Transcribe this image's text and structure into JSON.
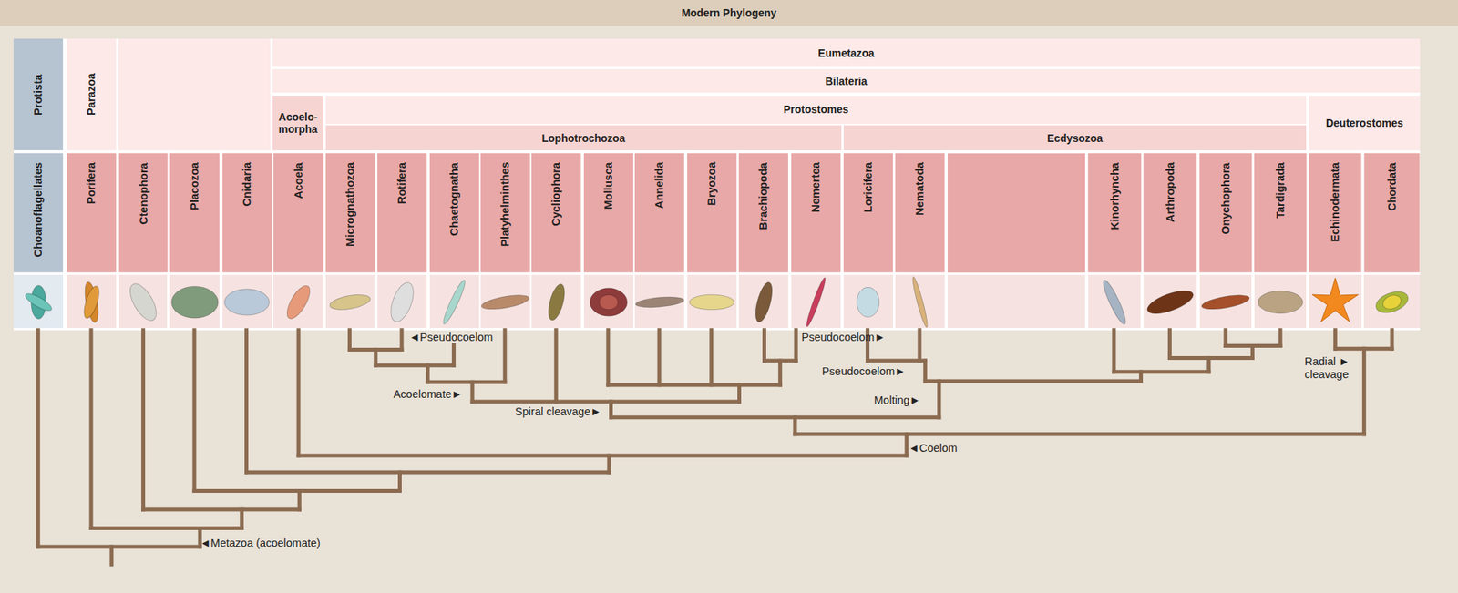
{
  "diagram": {
    "title": "Modern Phylogeny",
    "nodes": [
      {
        "text": [
          "Protista"
        ]
      },
      {
        "text": [
          "Parazoa"
        ]
      },
      {
        "text": [
          "Eumetazoa"
        ]
      },
      {
        "text": [
          "Bilateria"
        ]
      },
      {
        "text": [
          "Acoelo- morpha"
        ]
      },
      {
        "text": [
          "Protostomes"
        ]
      },
      {
        "text": [
          "Deuterostomes"
        ]
      },
      {
        "text": [
          "Lophotrochozoa"
        ]
      },
      {
        "text": [
          "Ecdysozoa"
        ]
      },
      {
        "text": [
          "Choanoflagellates"
        ]
      },
      {
        "text": [
          "Porifera"
        ]
      },
      {
        "text": [
          "Ctenophora"
        ]
      },
      {
        "text": [
          "Placozoa"
        ]
      },
      {
        "text": [
          "Cnidaria"
        ]
      },
      {
        "text": [
          "Acoela"
        ]
      },
      {
        "text": [
          "Micrognathozoa"
        ]
      },
      {
        "text": [
          "Rotifera"
        ]
      },
      {
        "text": [
          "Chaetognatha"
        ]
      },
      {
        "text": [
          "Platyhelminthes"
        ]
      },
      {
        "text": [
          "Cycliophora"
        ]
      },
      {
        "text": [
          "Mollusca"
        ]
      },
      {
        "text": [
          "Annelida"
        ]
      },
      {
        "text": [
          "Bryozoa"
        ]
      },
      {
        "text": [
          "Brachiopoda"
        ]
      },
      {
        "text": [
          "Nemertea"
        ]
      },
      {
        "text": [
          "Loricifera"
        ]
      },
      {
        "text": [
          "Nematoda"
        ]
      },
      {
        "text": [
          "Kinorhyncha"
        ]
      },
      {
        "text": [
          "Arthropoda"
        ]
      },
      {
        "text": [
          "Onychophora"
        ]
      },
      {
        "text": [
          "Tardigrada"
        ]
      },
      {
        "text": [
          "Echinodermata"
        ]
      },
      {
        "text": [
          "Chordata"
        ]
      }
    ],
    "labels": [
      "◄Pseudocoelom",
      "Pseudocoelom►",
      "Radial ► cleavage",
      "Pseudocoelom►",
      "Acoelomate►",
      "Molting►",
      "Spiral cleavage►",
      "◄Coelom",
      "◄Metazoa (acoelomate)"
    ]
  }
}
